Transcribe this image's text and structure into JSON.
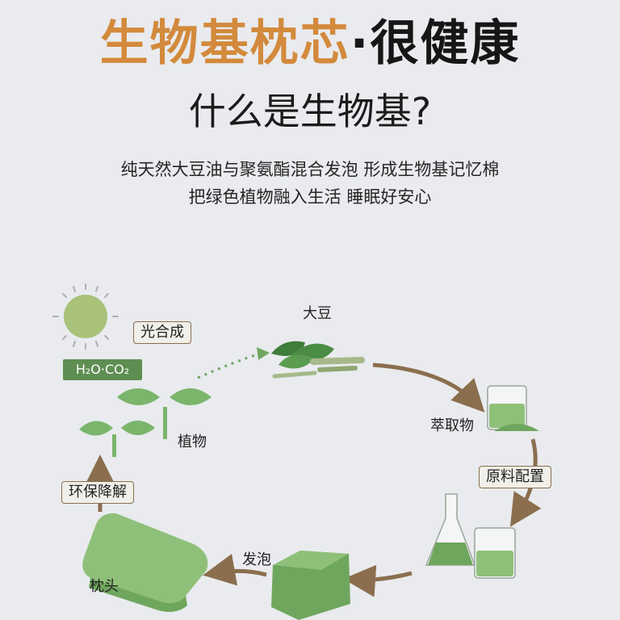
{
  "title": {
    "part1": "生物基枕芯",
    "separator": "·",
    "part2": "很健康"
  },
  "subtitle": "什么是生物基?",
  "description": {
    "line1": "纯天然大豆油与聚氨酯混合发泡 形成生物基记忆棉",
    "line2": "把绿色植物融入生活 睡眠好安心"
  },
  "diagram": {
    "photosynthesis": "光合成",
    "h2o_co2": "H₂O·CO₂",
    "plant": "植物",
    "soybean": "大豆",
    "extract": "萃取物",
    "raw_config": "原料配置",
    "foaming": "发泡",
    "pillow": "枕头",
    "degrade": "环保降解"
  },
  "colors": {
    "accent": "#d38a3c",
    "green": "#6fa65e",
    "arrow": "#8a6e4e",
    "background": "#e9ebee"
  }
}
